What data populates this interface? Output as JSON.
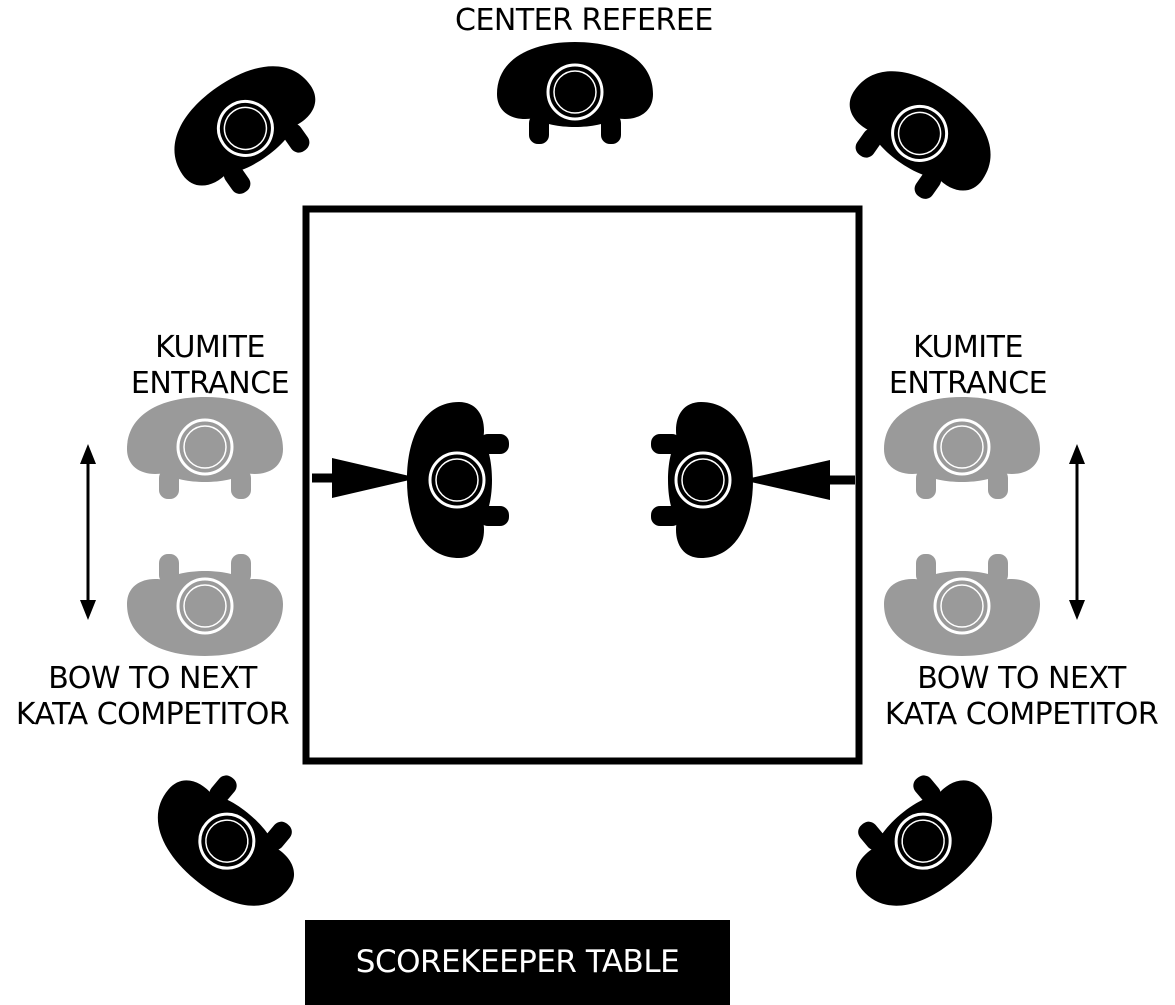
{
  "labels": {
    "center_referee": "CENTER REFEREE",
    "kumite_entrance_left": [
      "KUMITE",
      "ENTRANCE"
    ],
    "kumite_entrance_right": [
      "KUMITE",
      "ENTRANCE"
    ],
    "bow_left": [
      "BOW TO NEXT",
      "KATA COMPETITOR"
    ],
    "bow_right": [
      "BOW TO NEXT",
      "KATA COMPETITOR"
    ],
    "scorekeeper_table": "SCOREKEEPER TABLE"
  },
  "colors": {
    "referee": "#000000",
    "competitor": "#000000",
    "waiting_competitor": "#9a9a9a",
    "ring_outline": "#000000",
    "table_fill": "#000000",
    "table_text": "#ffffff"
  },
  "icons": {
    "person": "top-down-person-icon",
    "arrow": "arrow-icon",
    "double_arrow": "double-arrow-icon"
  }
}
